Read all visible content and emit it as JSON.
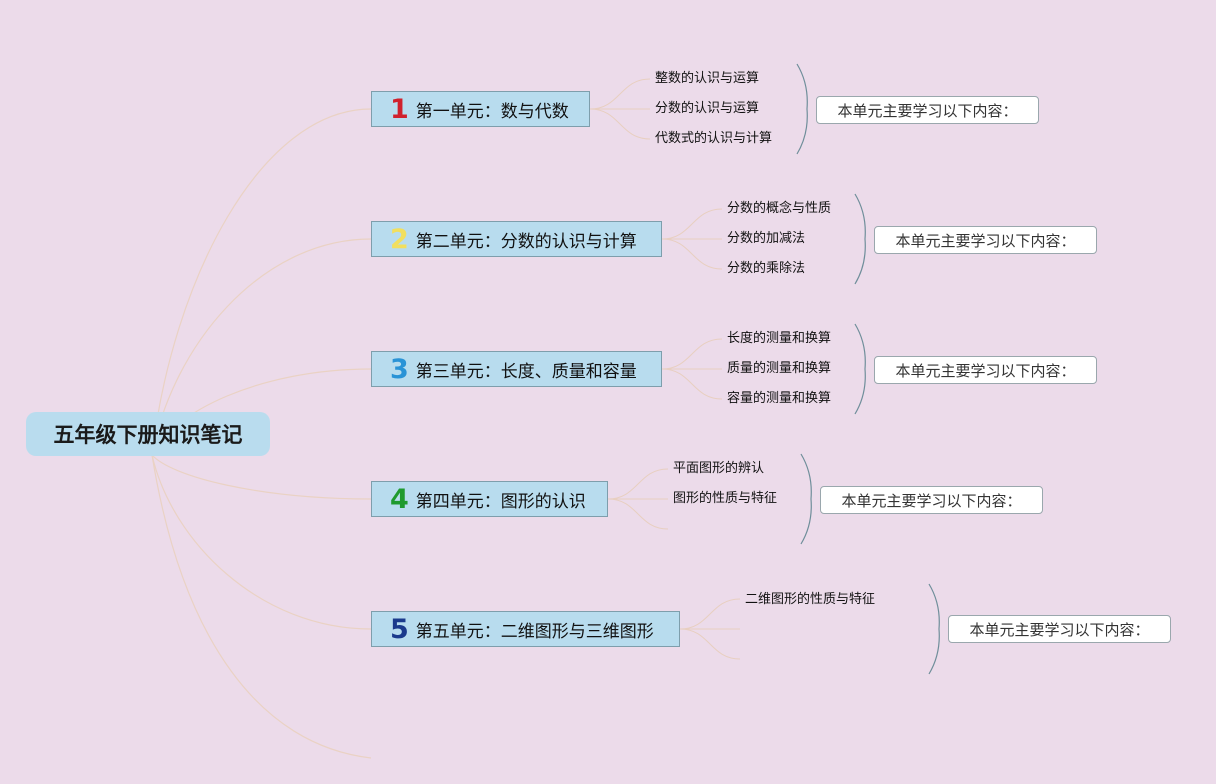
{
  "root": {
    "label": "五年级下册知识笔记"
  },
  "units": [
    {
      "number": "1",
      "number_color": "#d0212d",
      "title": "第一单元：数与代数",
      "topics": [
        "整数的认识与运算",
        "分数的认识与运算",
        "代数式的认识与计算"
      ],
      "summary": "本单元主要学习以下内容："
    },
    {
      "number": "2",
      "number_color": "#f2df5e",
      "title": "第二单元：分数的认识与计算",
      "topics": [
        "分数的概念与性质",
        "分数的加减法",
        "分数的乘除法"
      ],
      "summary": "本单元主要学习以下内容："
    },
    {
      "number": "3",
      "number_color": "#2a93d6",
      "title": "第三单元：长度、质量和容量",
      "topics": [
        "长度的测量和换算",
        "质量的测量和换算",
        "容量的测量和换算"
      ],
      "summary": "本单元主要学习以下内容："
    },
    {
      "number": "4",
      "number_color": "#1f9a2e",
      "title": "第四单元：图形的认识",
      "topics": [
        "平面图形的辨认",
        "图形的性质与特征",
        ""
      ],
      "summary": "本单元主要学习以下内容："
    },
    {
      "number": "5",
      "number_color": "#1b3a8c",
      "title": "第五单元：二维图形与三维图形",
      "topics": [
        "二维图形的性质与特征",
        "",
        ""
      ],
      "summary": "本单元主要学习以下内容："
    }
  ],
  "colors": {
    "background": "#ecdbea",
    "root_fill": "#b9dcee",
    "unit_fill": "#b8dcee",
    "link_main": "#ead2c4",
    "link_topic": "#e8cfc0",
    "brace": "#6f8e9a"
  }
}
